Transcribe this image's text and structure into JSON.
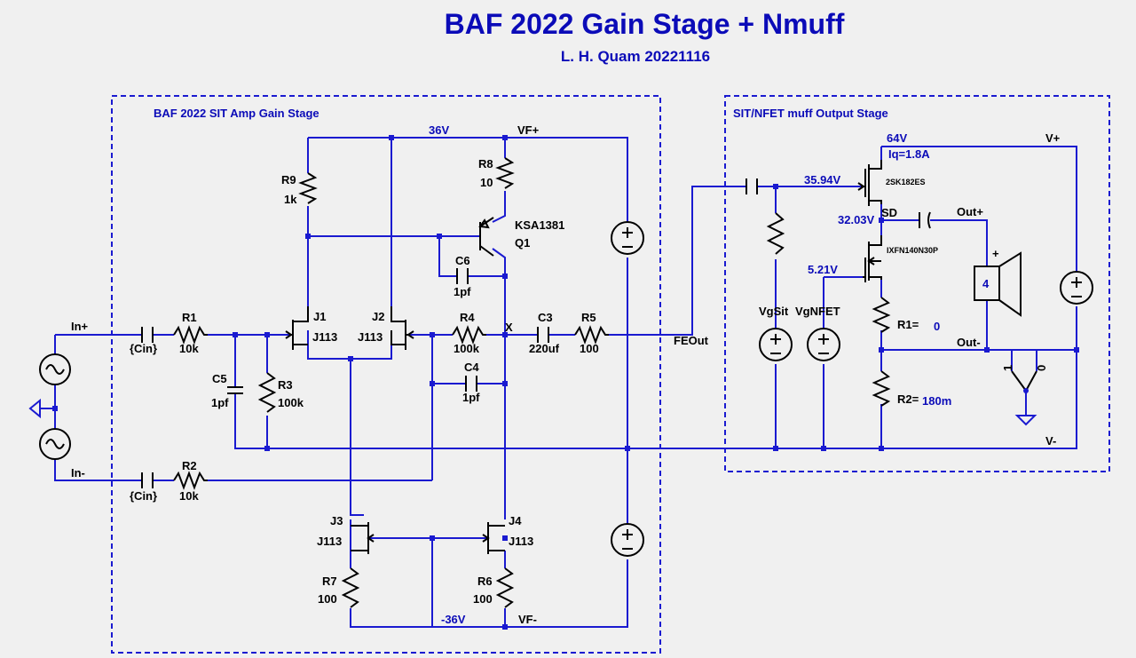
{
  "title": "BAF 2022 Gain Stage + Nmuff",
  "subtitle": "L. H. Quam 20221116",
  "sections": {
    "gain_stage": "BAF 2022 SIT Amp Gain Stage",
    "output_stage": "SIT/NFET muff Output Stage"
  },
  "net_labels": {
    "in_plus": "In+",
    "in_minus": "In-",
    "v36": "36V",
    "vf_plus": "VF+",
    "vneg36": "-36V",
    "vf_minus": "VF-",
    "x": "X",
    "feout": "FEOut",
    "v64": "64V",
    "v_plus": "V+",
    "v_minus": "V-",
    "iq": "Iq=1.8A",
    "v3594": "35.94V",
    "v3203": "32.03V",
    "sd": "SD",
    "v521": "5.21V",
    "out_plus": "Out+",
    "out_minus": "Out-",
    "vgsit": "VgSit",
    "vgnfet": "VgNFET"
  },
  "components": {
    "r1": {
      "name": "R1",
      "value": "10k"
    },
    "r2": {
      "name": "R2",
      "value": "10k"
    },
    "r3": {
      "name": "R3",
      "value": "100k"
    },
    "r4": {
      "name": "R4",
      "value": "100k"
    },
    "r5": {
      "name": "R5",
      "value": "100"
    },
    "r6": {
      "name": "R6",
      "value": "100"
    },
    "r7": {
      "name": "R7",
      "value": "100"
    },
    "r8": {
      "name": "R8",
      "value": "10"
    },
    "r9": {
      "name": "R9",
      "value": "1k"
    },
    "c1": {
      "value": "{Cin}"
    },
    "c2": {
      "value": "{Cin}"
    },
    "c3": {
      "name": "C3",
      "value": "220uf"
    },
    "c4": {
      "name": "C4",
      "value": "1pf"
    },
    "c5": {
      "name": "C5",
      "value": "1pf"
    },
    "c6": {
      "name": "C6",
      "value": "1pf"
    },
    "j1": {
      "name": "J1",
      "value": "J113"
    },
    "j2": {
      "name": "J2",
      "value": "J113"
    },
    "j3": {
      "name": "J3",
      "value": "J113"
    },
    "j4": {
      "name": "J4",
      "value": "J113"
    },
    "q1": {
      "name": "Q1",
      "value": "KSA1381"
    },
    "m_top": {
      "value": "2SK182ES"
    },
    "m_bot": {
      "value": "IXFN140N30P"
    },
    "r1_out": {
      "name": "R1=",
      "value": "0"
    },
    "r2_out": {
      "name": "R2=",
      "value": "180m"
    },
    "speaker": {
      "value": "4"
    },
    "switch": {
      "pos1": "1",
      "pos0": "0"
    }
  },
  "colors": {
    "wire": "#1a1ad0",
    "component": "#000000",
    "title": "#0b0bb8",
    "background": "#f0f0f0"
  }
}
